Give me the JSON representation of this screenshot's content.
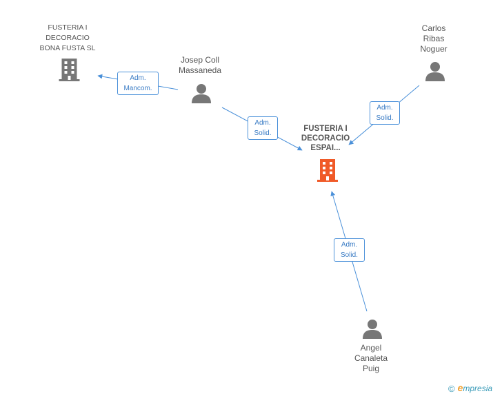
{
  "colors": {
    "edge": "#4a90d9",
    "person": "#777777",
    "company": "#777777",
    "main_company": "#f05a28"
  },
  "nodes": {
    "main": {
      "lines": [
        "FUSTERIA I",
        "DECORACIO",
        "ESPAI..."
      ],
      "icon": "building-icon"
    },
    "bona_fusta": {
      "lines": [
        "FUSTERIA I",
        "DECORACIO",
        "BONA FUSTA SL"
      ],
      "icon": "building-icon"
    },
    "josep": {
      "lines": [
        "Josep Coll",
        "Massaneda"
      ],
      "icon": "person-icon"
    },
    "carlos": {
      "lines": [
        "Carlos",
        "Ribas",
        "Noguer"
      ],
      "icon": "person-icon"
    },
    "angel": {
      "lines": [
        "Angel",
        "Canaleta",
        "Puig"
      ],
      "icon": "person-icon"
    }
  },
  "edges": {
    "josep_bona": [
      "Adm.",
      "Mancom."
    ],
    "josep_main": [
      "Adm.",
      "Solid."
    ],
    "carlos_main": [
      "Adm.",
      "Solid."
    ],
    "angel_main": [
      "Adm.",
      "Solid."
    ]
  },
  "footer": {
    "copyright": "©",
    "brand_initial": "e",
    "brand_rest": "mpresia"
  }
}
